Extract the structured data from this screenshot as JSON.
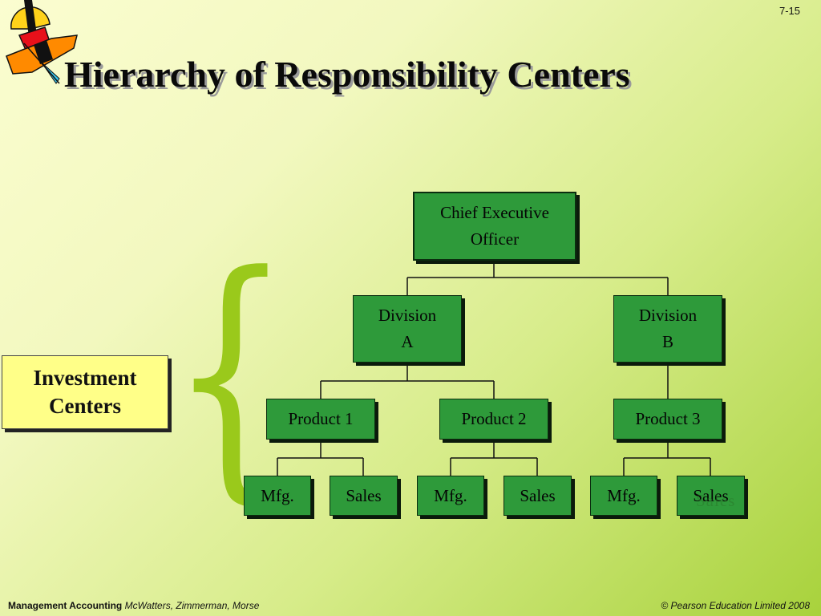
{
  "page_number": "7-15",
  "title": "Hierarchy of Responsibility Centers",
  "side_label": "Investment\nCenters",
  "org_chart": {
    "ceo": "Chief Executive\nOfficer",
    "divisions": [
      "Division\nA",
      "Division\nB"
    ],
    "products": [
      "Product 1",
      "Product 2",
      "Product 3"
    ],
    "departments": [
      "Mfg.",
      "Sales",
      "Mfg.",
      "Sales",
      "Mfg.",
      "Sales"
    ]
  },
  "ghost_text": "Sales",
  "colors": {
    "box_fill": "#2e9a3a",
    "label_fill": "#ffff88",
    "brace": "#9ac91b"
  },
  "footer": {
    "book": "Management Accounting",
    "authors": "McWatters, Zimmerman, Morse",
    "copyright": "© Pearson Education Limited 2008"
  }
}
